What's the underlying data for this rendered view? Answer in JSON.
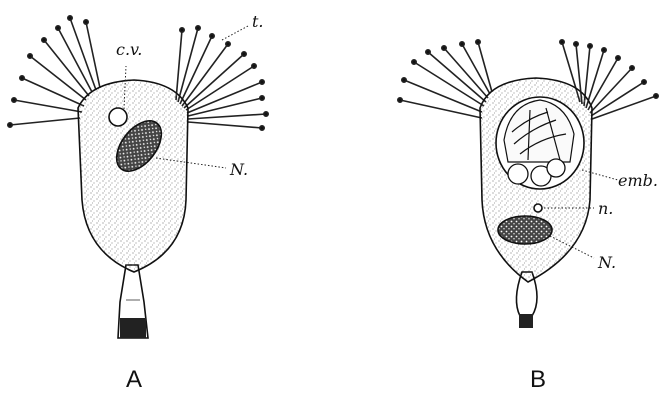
{
  "figure": {
    "panel_a": {
      "caption": "A",
      "labels": {
        "tentacles": "t.",
        "contractile_vacuole": "c.v.",
        "nucleus": "N."
      }
    },
    "panel_b": {
      "caption": "B",
      "labels": {
        "embryo": "emb.",
        "micronucleus": "n.",
        "nucleus": "N."
      }
    },
    "colors": {
      "ink": "#111111",
      "paper": "#ffffff",
      "stipple": "#555555"
    }
  }
}
